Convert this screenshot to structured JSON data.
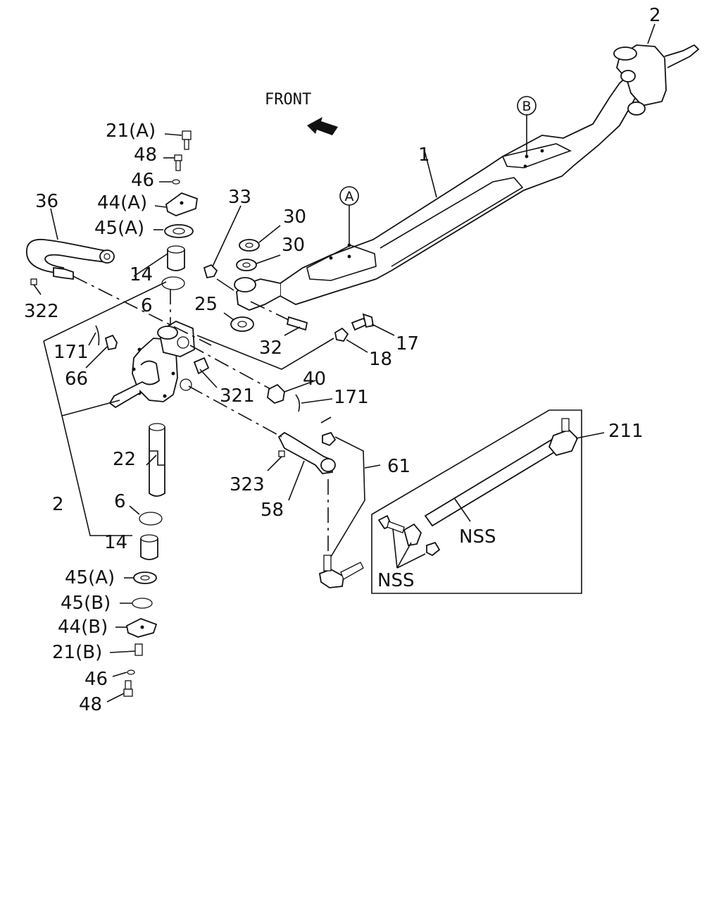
{
  "diagram": {
    "front_label": "FRONT",
    "nss_box_label": "NSS",
    "nss_bolt_label": "NSS",
    "refs": {
      "a": "A",
      "b": "B"
    },
    "callouts": [
      {
        "id": "c-2-top",
        "text": "2"
      },
      {
        "id": "c-1",
        "text": "1"
      },
      {
        "id": "c-21a",
        "text": "21(A)"
      },
      {
        "id": "c-48-top",
        "text": "48"
      },
      {
        "id": "c-46-top",
        "text": "46"
      },
      {
        "id": "c-44a",
        "text": "44(A)"
      },
      {
        "id": "c-45a-top",
        "text": "45(A)"
      },
      {
        "id": "c-36",
        "text": "36"
      },
      {
        "id": "c-33",
        "text": "33"
      },
      {
        "id": "c-30a",
        "text": "30"
      },
      {
        "id": "c-30b",
        "text": "30"
      },
      {
        "id": "c-14-top",
        "text": "14"
      },
      {
        "id": "c-6-top",
        "text": "6"
      },
      {
        "id": "c-25",
        "text": "25"
      },
      {
        "id": "c-322",
        "text": "322"
      },
      {
        "id": "c-32",
        "text": "32"
      },
      {
        "id": "c-17",
        "text": "17"
      },
      {
        "id": "c-18",
        "text": "18"
      },
      {
        "id": "c-171-left",
        "text": "171"
      },
      {
        "id": "c-66",
        "text": "66"
      },
      {
        "id": "c-40",
        "text": "40"
      },
      {
        "id": "c-321",
        "text": "321"
      },
      {
        "id": "c-171-right",
        "text": "171"
      },
      {
        "id": "c-211",
        "text": "211"
      },
      {
        "id": "c-22",
        "text": "22"
      },
      {
        "id": "c-61",
        "text": "61"
      },
      {
        "id": "c-323",
        "text": "323"
      },
      {
        "id": "c-58",
        "text": "58"
      },
      {
        "id": "c-2-left",
        "text": "2"
      },
      {
        "id": "c-6-bottom",
        "text": "6"
      },
      {
        "id": "c-14-bottom",
        "text": "14"
      },
      {
        "id": "c-45a-bottom",
        "text": "45(A)"
      },
      {
        "id": "c-45b",
        "text": "45(B)"
      },
      {
        "id": "c-44b",
        "text": "44(B)"
      },
      {
        "id": "c-21b",
        "text": "21(B)"
      },
      {
        "id": "c-46-bottom",
        "text": "46"
      },
      {
        "id": "c-48-bottom",
        "text": "48"
      }
    ]
  }
}
